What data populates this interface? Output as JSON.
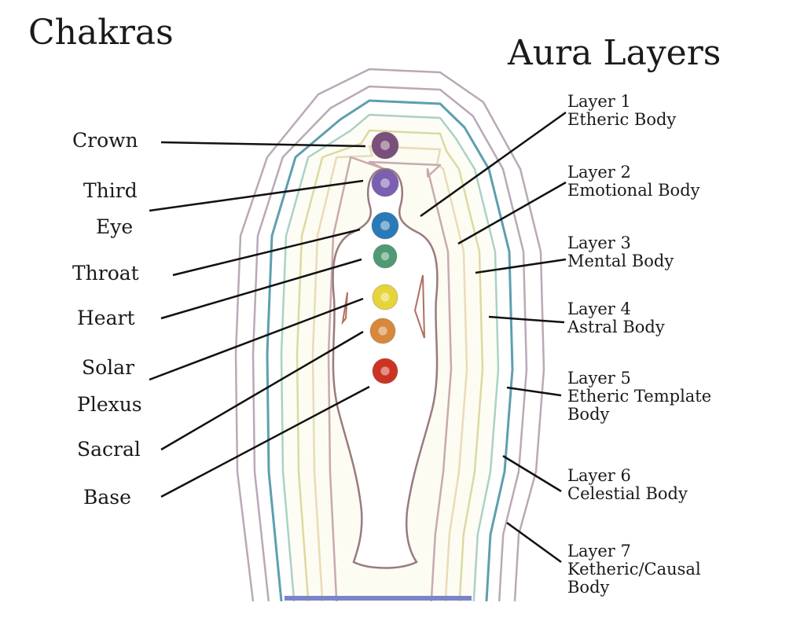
{
  "titles": {
    "left": "Chakras",
    "right": "Aura Layers"
  },
  "chakras": [
    {
      "label": "Crown",
      "color": "#7a4f7c"
    },
    {
      "label": "Third Eye",
      "line1": "Third",
      "line2": "Eye",
      "color": "#7b5fb0"
    },
    {
      "label": "Throat",
      "color": "#2a7ab8"
    },
    {
      "label": "Heart",
      "color": "#4f9a72"
    },
    {
      "label": "Solar Plexus",
      "line1": "Solar",
      "line2": "Plexus",
      "color": "#e6d43a"
    },
    {
      "label": "Sacral",
      "color": "#d8883a"
    },
    {
      "label": "Base",
      "color": "#cc3322"
    }
  ],
  "layers": [
    {
      "number": "Layer 1",
      "name": "Etheric Body"
    },
    {
      "number": "Layer 2",
      "name": "Emotional Body"
    },
    {
      "number": "Layer 3",
      "name": "Mental Body"
    },
    {
      "number": "Layer 4",
      "name": "Astral Body"
    },
    {
      "number": "Layer 5",
      "name": "Etheric Template",
      "name2": "Body"
    },
    {
      "number": "Layer 6",
      "name": "Celestial Body"
    },
    {
      "number": "Layer 7",
      "name": "Ketheric/Causal",
      "name2": "Body"
    }
  ],
  "aura_colors": [
    "#b9a9b8",
    "#b9a9b8",
    "#5e9fb0",
    "#a9d2c4",
    "#ddd9a0",
    "#e8dcb8",
    "#c9a9b0"
  ]
}
